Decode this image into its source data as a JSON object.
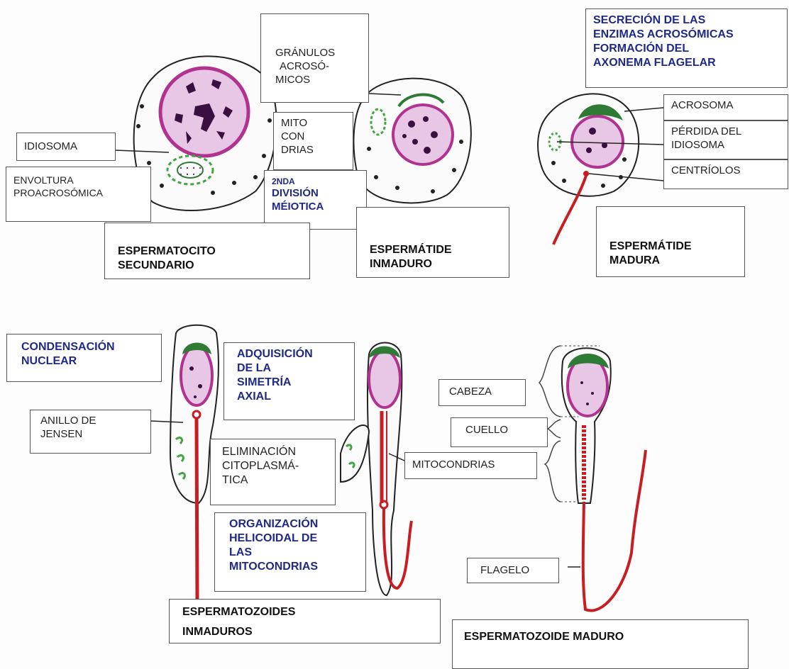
{
  "labels": {
    "granulos": [
      "GRÁNULOS",
      "ACROSÓ-",
      "MICOS"
    ],
    "secrecion": [
      "SECRECIÓN DE LAS",
      "ENZIMAS ACROSÓMICAS",
      "FORMACIÓN DEL",
      "AXONEMA FLAGELAR"
    ],
    "acrosoma": "ACROSOMA",
    "perdida": [
      "PÉRDIDA DEL",
      "IDIOSOMA"
    ],
    "centriolos": "CENTRÍOLOS",
    "idiosoma": "IDIOSOMA",
    "mitocondrias_top": [
      "MITO",
      "CON",
      "DRIAS"
    ],
    "envoltura": [
      "ENVOLTURA",
      "PROACROSÓMICA"
    ],
    "division": [
      "2NDA",
      "DIVISIÓN",
      "MÉIOTICA"
    ],
    "espermatocito": [
      "ESPERMATOCITO",
      "SECUNDARIO"
    ],
    "espermatide_inm": [
      "ESPERMÁTIDE",
      "INMADURO"
    ],
    "espermatide_mad": [
      "ESPERMÁTIDE",
      "MADURA"
    ],
    "condensacion": [
      "CONDENSACIÓN",
      "NUCLEAR"
    ],
    "adquisicion": [
      "ADQUISICIÓN",
      "DE LA",
      "SIMETRÍA",
      "AXIAL"
    ],
    "anillo": [
      "ANILLO DE",
      "JENSEN"
    ],
    "eliminacion": [
      "ELIMINACIÓN",
      "CITOPLASMÁ-",
      "TICA"
    ],
    "mitocondrias": "MITOCONDRIAS",
    "organizacion": [
      "ORGANIZACIÓN",
      "HELICOIDAL DE",
      "LAS",
      "MITOCONDRIAS"
    ],
    "cabeza": "CABEZA",
    "cuello": "CUELLO",
    "flagelo": "FLAGELO",
    "espermatozoides_inm": [
      "ESPERMATOZOIDES",
      "INMADUROS"
    ],
    "espermatozoide_mad": "ESPERMATOZOIDE MADURO"
  },
  "colors": {
    "nucleus": "#b0338f",
    "nucleus_fill": "#e8c6e6",
    "acrosome": "#2f7a35",
    "mitochondria": "#3ea83e",
    "flagellum": "#c81e23",
    "note_text": "#1f2a88"
  }
}
